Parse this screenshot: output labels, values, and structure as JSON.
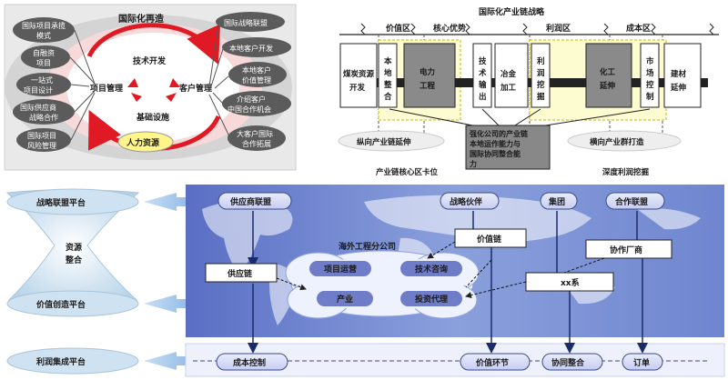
{
  "top_left": {
    "title": "国际化再造",
    "core_items": [
      "技术开发",
      "项目管理",
      "客户管理",
      "基础设施"
    ],
    "human_resources": "人力资源",
    "left_items": [
      [
        "国际项目承揽",
        "模式"
      ],
      [
        "自融资",
        "项目"
      ],
      [
        "一站式",
        "项目设计"
      ],
      [
        "国际供应商",
        "战略合作"
      ],
      [
        "国际项目",
        "风险管理"
      ]
    ],
    "right_items": [
      [
        "国际战略联盟"
      ],
      [
        "本地客户开发"
      ],
      [
        "本地客户",
        "价值管理"
      ],
      [
        "介绍客户",
        "中国合作机会"
      ],
      [
        "大客户国际",
        "合作拓展"
      ]
    ]
  },
  "top_right": {
    "title": "国际化产业链战略",
    "zones": {
      "value": "价值区",
      "core": "核心优势",
      "profit": "利润区",
      "cost": "成本区"
    },
    "chain": {
      "coal": [
        "煤炭资源",
        "开发"
      ],
      "local": [
        "本",
        "地",
        "整",
        "合"
      ],
      "power": [
        "电力",
        "工程"
      ],
      "tech": [
        "技",
        "术",
        "输",
        "出"
      ],
      "metal": [
        "冶金",
        "加工"
      ],
      "profit_mining": [
        "利",
        "润",
        "挖",
        "掘"
      ],
      "chem": [
        "化工",
        "延伸"
      ],
      "market": [
        "市",
        "场",
        "控",
        "制"
      ],
      "building": [
        "建材",
        "延伸"
      ]
    },
    "vertical": "纵向产业链延伸",
    "horizontal": "横向产业群打造",
    "center_box": [
      "强化公司的产业链",
      "本地运作能力与",
      "国际协同整合能",
      "力"
    ],
    "bottom_left": "产业链核心区卡位",
    "bottom_right": "深度利润挖掘"
  },
  "bottom": {
    "platforms": [
      "战略联盟平台",
      "资源",
      "整合",
      "价值创造平台",
      "利润集成平台"
    ],
    "top_nodes": {
      "supplier_alliance": "供应商联盟",
      "partner": "战略伙伴",
      "group": "集团",
      "coop": "合作联盟"
    },
    "mid_boxes": {
      "value_chain": "价值链",
      "supply_chain": "供应链",
      "cooperative": "协作厂商",
      "xx": "xx系"
    },
    "center_title": "海外工程分公司",
    "cloud_items": [
      "项目运营",
      "技术咨询",
      "产业",
      "投资代理"
    ],
    "bottom_nodes": {
      "cost": "成本控制",
      "value_link": "价值环节",
      "collab": "协同整合",
      "order": "订单"
    }
  }
}
